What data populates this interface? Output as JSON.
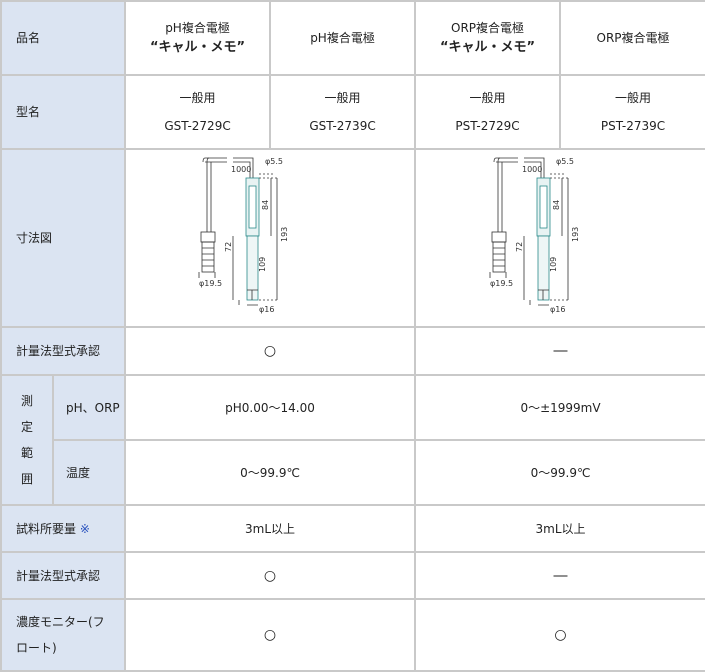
{
  "rows": {
    "name": {
      "label": "品名",
      "cols": [
        {
          "line1": "pH複合電極",
          "line2": "“キャル・メモ”"
        },
        {
          "line1": "pH複合電極"
        },
        {
          "line1": "ORP複合電極",
          "line2": "“キャル・メモ”"
        },
        {
          "line1": "ORP複合電極"
        }
      ]
    },
    "model": {
      "label": "型名",
      "cols": [
        {
          "line1": "一般用",
          "line2": "GST-2729C"
        },
        {
          "line1": "一般用",
          "line2": "GST-2739C"
        },
        {
          "line1": "一般用",
          "line2": "PST-2729C"
        },
        {
          "line1": "一般用",
          "line2": "PST-2739C"
        }
      ]
    },
    "dimension": {
      "label": "寸法図",
      "labels": {
        "cable": "1000",
        "d_top": "φ5.5",
        "l84": "84",
        "l193": "193",
        "l72": "72",
        "l109": "109",
        "d_conn": "φ19.5",
        "d_bottom": "φ16"
      }
    },
    "approval1": {
      "label": "計量法型式承認",
      "ph": "○",
      "orp": "―"
    },
    "range": {
      "label_chars": [
        "測",
        "定",
        "範",
        "囲"
      ],
      "ph_orp": {
        "label": "pH、ORP",
        "ph": "pH0.00～14.00",
        "orp": "0～±1999mV"
      },
      "temp": {
        "label": "温度",
        "ph": "0～99.9℃",
        "orp": "0～99.9℃"
      }
    },
    "sample": {
      "label": "試料所要量",
      "mark": "※",
      "ph": "3mL以上",
      "orp": "3mL以上"
    },
    "approval2": {
      "label": "計量法型式承認",
      "ph": "○",
      "orp": "―"
    },
    "monitor": {
      "label_line1": "濃度モニター(フ",
      "label_line2": "ロート)",
      "ph": "○",
      "orp": "○"
    }
  }
}
